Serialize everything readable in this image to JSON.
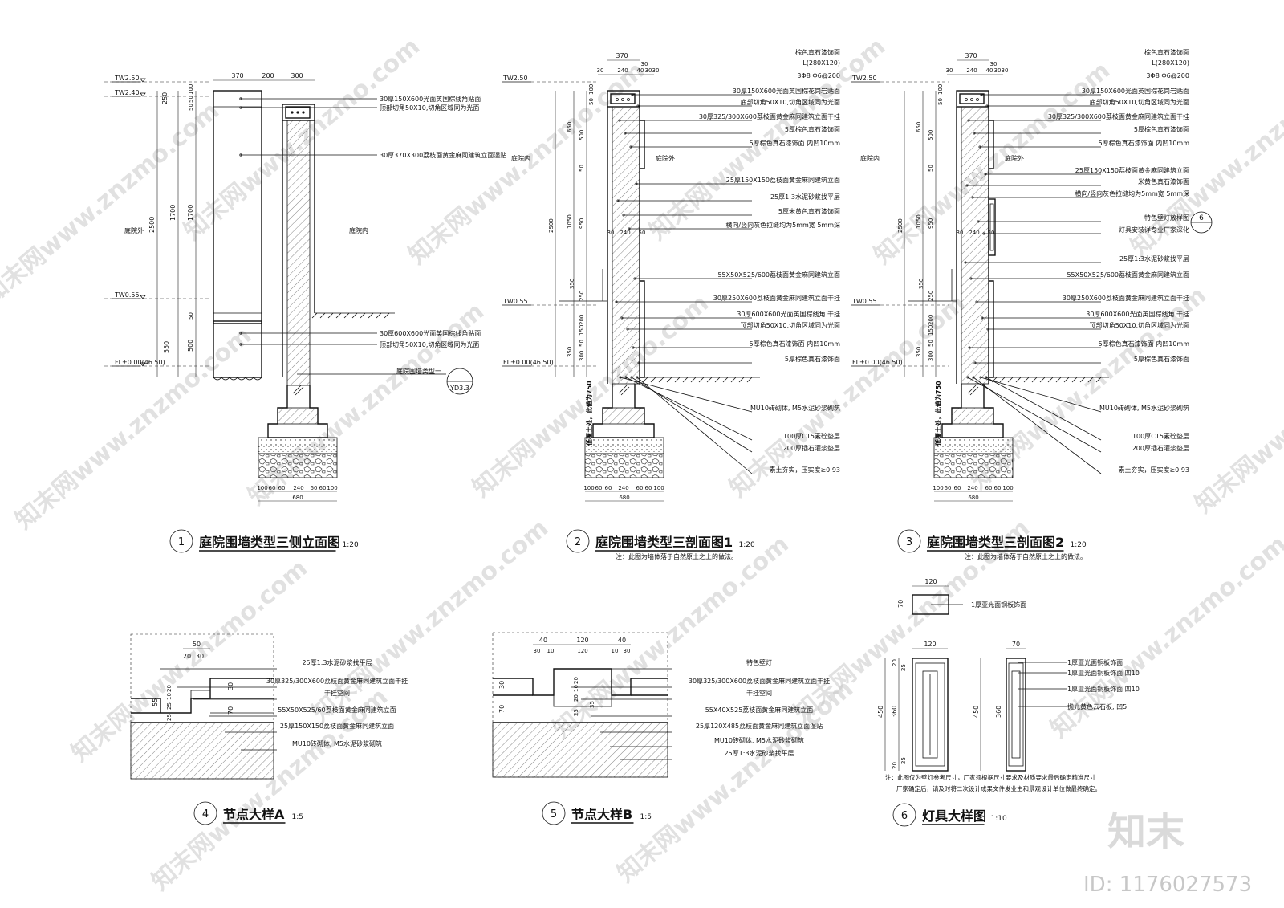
{
  "drawings": {
    "d1": {
      "num": "1",
      "title": "庭院围墙类型三侧立面图",
      "scale": "1:20",
      "levels": [
        "TW2.50",
        "TW2.40",
        "TW0.55",
        "FL±0.00(46.50)"
      ],
      "top_dims": [
        "370",
        "200",
        "300"
      ],
      "v_dims": [
        "250",
        "50",
        "50",
        "100",
        "1700",
        "1700",
        "2500",
        "50",
        "500",
        "550"
      ],
      "bottom_dims": [
        "100",
        "60",
        "60",
        "240",
        "60",
        "60",
        "100",
        "680"
      ],
      "labels": [
        "30厚150X600光面英国棕线角贴面",
        "顶部切角50X10,切角区域同为光面",
        "30厚370X300荔枝面黄金麻同建筑立面湿贴",
        "30厚600X600光面英国棕线角贴面",
        "顶部切角50X10,切角区域同为光面",
        "庭院围墙类型一"
      ],
      "side_out": "庭院外",
      "side_in": "庭院内",
      "ref": "YD3.3"
    },
    "d2": {
      "num": "2",
      "title": "庭院围墙类型三剖面图1",
      "scale": "1:20",
      "note": "注：此图为墙体落于自然原土之上的做法。",
      "levels": [
        "TW2.50",
        "TW0.55",
        "FL±0.00(46.50)"
      ],
      "top_dims": [
        "370",
        "30",
        "30",
        "240",
        "40",
        "30",
        "30"
      ],
      "v_dims": [
        "50",
        "100",
        "650",
        "500",
        "50",
        "1050",
        "950",
        "2500",
        "350",
        "250",
        "200",
        "150",
        "50",
        "350",
        "300"
      ],
      "mid_dims": [
        "30",
        "240",
        "50"
      ],
      "side_in": "庭院内",
      "side_out": "庭院外",
      "vert_note": "低覆土处，此值为750",
      "labels": [
        "棕色真石漆饰面",
        "L(280X120)",
        "3Φ8  Φ6@200",
        "30厚150X600光面英国棕花岗岩贴面",
        "底部切角50X10,切角区域同为光面",
        "30厚325/300X600荔枝面黄金麻同建筑立面干挂",
        "5厚棕色真石漆饰面",
        "5厚棕色真石漆饰面  内凹10mm",
        "25厚150X150荔枝面黄金麻同建筑立面",
        "25厚1:3水泥砂浆找平层",
        "5厚米黄色真石漆饰面",
        "横向/竖向灰色拉缝均为5mm宽  5mm深",
        "55X50X525/600荔枝面黄金麻同建筑立面",
        "30厚250X600荔枝面黄金麻同建筑立面干挂",
        "30厚600X600光面英国棕线角 干挂",
        "顶部切角50X10,切角区域同为光面",
        "5厚棕色真石漆饰面  内凹10mm",
        "5厚棕色真石漆饰面",
        "MU10砖砌体, M5水泥砂浆砌筑",
        "100厚C15素砼垫层",
        "200厚插石灌浆垫层",
        "素土夯实，压实度≥0.93"
      ],
      "bottom_dims": [
        "100",
        "60",
        "60",
        "240",
        "60",
        "60",
        "100",
        "680"
      ]
    },
    "d3": {
      "num": "3",
      "title": "庭院围墙类型三剖面图2",
      "scale": "1:20",
      "note": "注：此图为墙体落于自然原土之上的做法。",
      "levels": [
        "TW2.50",
        "TW0.55",
        "FL±0.00(46.50)"
      ],
      "top_dims": [
        "370",
        "30",
        "30",
        "240",
        "40",
        "30",
        "30"
      ],
      "v_dims": [
        "50",
        "100",
        "650",
        "500",
        "50",
        "1050",
        "950",
        "2500",
        "350",
        "250",
        "200",
        "150",
        "50",
        "350",
        "300"
      ],
      "mid_dims": [
        "30",
        "240",
        "50"
      ],
      "side_in": "庭院内",
      "side_out": "庭院外",
      "vert_note": "低覆土处，此值为750",
      "ref": "6",
      "labels": [
        "棕色真石漆饰面",
        "L(280X120)",
        "3Φ8  Φ6@200",
        "30厚150X600光面英国棕花岗岩贴面",
        "底部切角50X10,切角区域同为光面",
        "30厚325/300X600荔枝面黄金麻同建筑立面干挂",
        "5厚棕色真石漆饰面",
        "5厚棕色真石漆饰面  内凹10mm",
        "25厚150X150荔枝面黄金麻同建筑立面",
        "米黄色真石漆饰面",
        "横向/竖向灰色拉缝均为5mm宽  5mm深",
        "特色壁灯放样图",
        "灯具安装详专业厂家深化",
        "25厚1:3水泥砂浆找平层",
        "55X50X525/600荔枝面黄金麻同建筑立面",
        "30厚250X600荔枝面黄金麻同建筑立面干挂",
        "30厚600X600光面英国棕线角 干挂",
        "顶部切角50X10,切角区域同为光面",
        "5厚棕色真石漆饰面  内凹10mm",
        "5厚棕色真石漆饰面",
        "MU10砖砌体, M5水泥砂浆砌筑",
        "100厚C15素砼垫层",
        "200厚插石灌浆垫层",
        "素土夯实，压实度≥0.93"
      ],
      "bottom_dims": [
        "100",
        "60",
        "60",
        "240",
        "60",
        "60",
        "100",
        "680"
      ]
    },
    "d4": {
      "num": "4",
      "title": "节点大样A",
      "scale": "1:5",
      "dims": [
        "50",
        "20",
        "30",
        "55",
        "20",
        "10",
        "25",
        "25",
        "30",
        "70"
      ],
      "labels": [
        "25厚1:3水泥砂浆找平层",
        "30厚325/300X600荔枝面黄金麻同建筑立面干挂",
        "干挂空间",
        "55X50X525/60荔枝面黄金麻同建筑立面",
        "25厚150X150荔枝面黄金麻同建筑立面",
        "MU10砖砌体, M5水泥砂浆砌筑"
      ]
    },
    "d5": {
      "num": "5",
      "title": "节点大样B",
      "scale": "1:5",
      "dims": [
        "40",
        "120",
        "40",
        "30",
        "10",
        "120",
        "10",
        "30",
        "30",
        "20",
        "10",
        "20",
        "35",
        "70",
        "25"
      ],
      "labels": [
        "特色壁灯",
        "30厚325/300X600荔枝面黄金麻同建筑立面干挂",
        "干挂空间",
        "55X40X525荔枝面黄金麻同建筑立面",
        "25厚120X485荔枝面黄金麻同建筑立面湿贴",
        "MU10砖砌体, M5水泥砂浆砌筑",
        "25厚1:3水泥砂浆找平层"
      ]
    },
    "d6": {
      "num": "6",
      "title": "灯具大样图",
      "scale": "1:10",
      "top_dims": [
        "120",
        "70"
      ],
      "plan_label": "1厚亚光面铜板饰面",
      "dims_a": [
        "120",
        "20",
        "25",
        "360",
        "450",
        "25",
        "20"
      ],
      "dims_b": [
        "70",
        "450",
        "360"
      ],
      "labels": [
        "1厚亚光面铜板饰面",
        "1厚亚光面铜板饰面 凹10",
        "1厚亚光面铜板饰面 凹10",
        "抛光黄色云石板, 凹5"
      ],
      "note1": "注：此图仅为壁灯参考尺寸，厂家须根据尺寸要求及材质要求最后确定精准尺寸",
      "note2": "厂家确定后，请及时将二次设计成果文件发业主和景观设计单位做最终确定。"
    }
  },
  "watermark": {
    "brand": "知末",
    "id": "ID: 1176027573",
    "pattern_text": "知末网www.znzmo.com"
  }
}
